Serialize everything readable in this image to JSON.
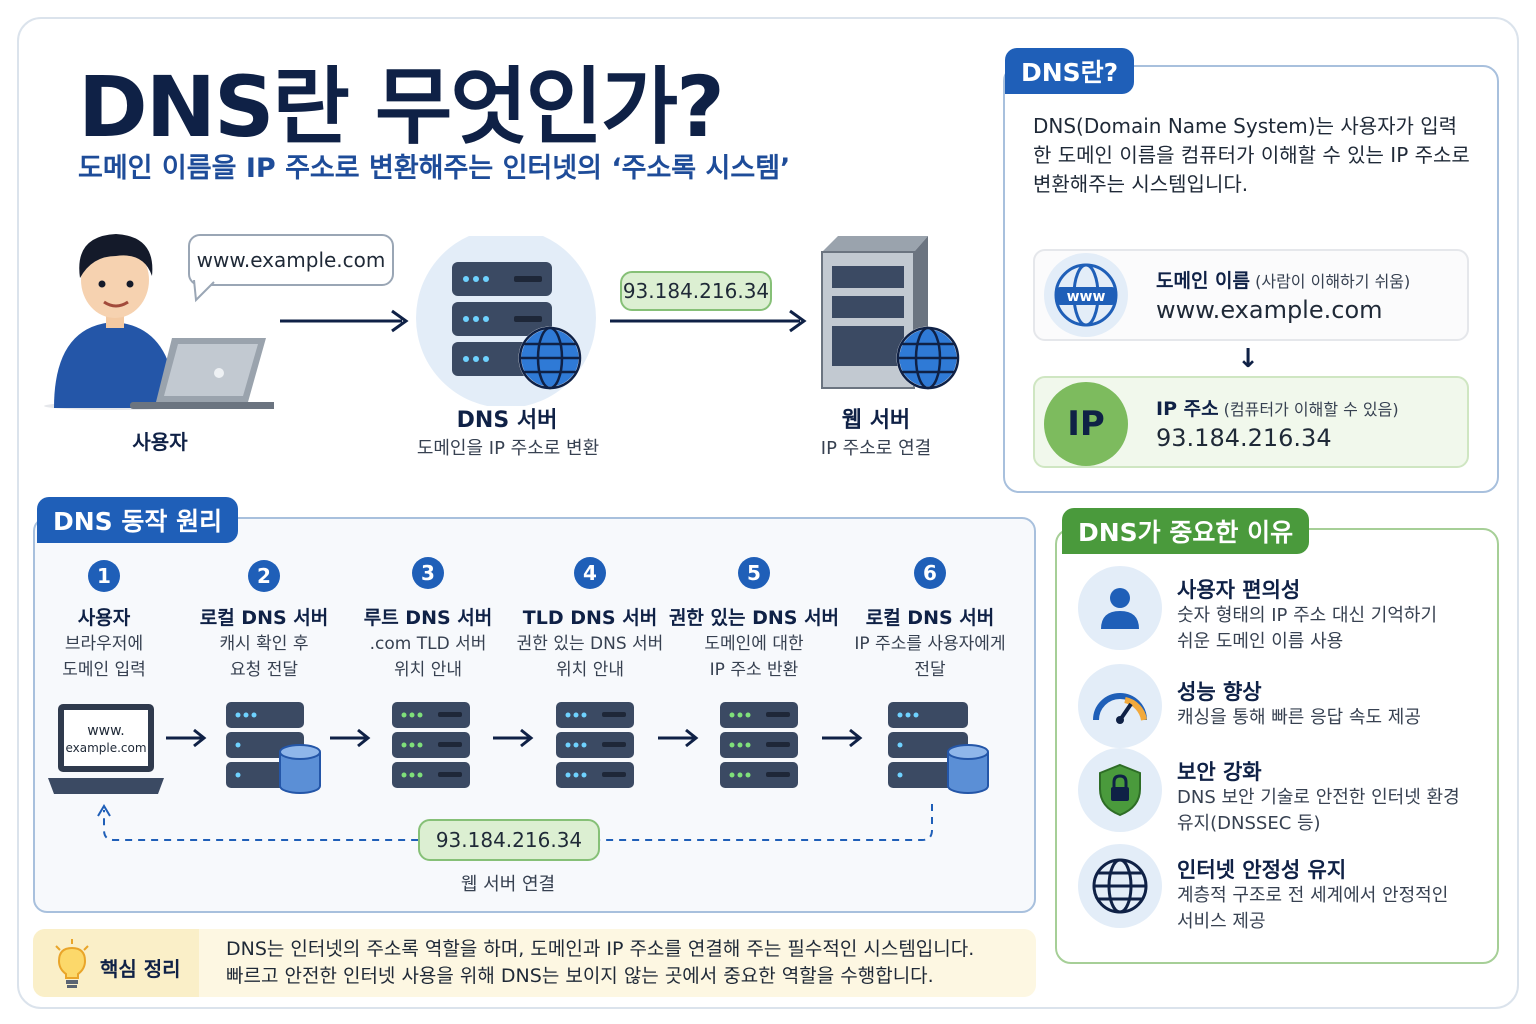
{
  "title": "DNS란 무엇인가?",
  "subtitle": "도메인 이름을 IP 주소로 변환해주는 인터넷의 ‘주소록 시스템’",
  "top_flow": {
    "user_label": "사용자",
    "bubble": "www.example.com",
    "dns_title": "DNS 서버",
    "dns_sub": "도메인을 IP 주소로 변환",
    "ip_pill": "93.184.216.34",
    "web_title": "웹 서버",
    "web_sub": "IP 주소로 연결"
  },
  "dns_box": {
    "tag": "DNS란?",
    "desc": "DNS(Domain Name System)는 사용자가 입력한 도메인 이름을 컴퓨터가 이해할 수 있는 IP 주소로 변환해주는 시스템입니다.",
    "domain_title": "도메인 이름",
    "domain_hint": "(사람이 이해하기 쉬움)",
    "domain_icon_text": "www",
    "domain_value": "www.example.com",
    "arrow": "↓",
    "ip_title": "IP 주소",
    "ip_hint": "(컴퓨터가 이해할 수 있음)",
    "ip_icon_text": "IP",
    "ip_value": "93.184.216.34"
  },
  "steps": {
    "tag": "DNS 동작 원리",
    "items": [
      {
        "num": "1",
        "title": "사용자",
        "desc1": "브라우저에",
        "desc2": "도메인 입력"
      },
      {
        "num": "2",
        "title": "로컬 DNS 서버",
        "desc1": "캐시 확인 후",
        "desc2": "요청 전달"
      },
      {
        "num": "3",
        "title": "루트 DNS 서버",
        "desc1": ".com TLD 서버",
        "desc2": "위치 안내"
      },
      {
        "num": "4",
        "title": "TLD DNS 서버",
        "desc1": "권한 있는 DNS 서버",
        "desc2": "위치 안내"
      },
      {
        "num": "5",
        "title": "권한 있는 DNS 서버",
        "desc1": "도메인에 대한",
        "desc2": "IP 주소 반환"
      },
      {
        "num": "6",
        "title": "로컬 DNS 서버",
        "desc1": "IP 주소를 사용자에게",
        "desc2": "전달"
      }
    ],
    "laptop_line1": "www.",
    "laptop_line2": "example.com",
    "return_ip": "93.184.216.34",
    "return_label": "웹 서버 연결"
  },
  "reasons": {
    "tag": "DNS가 중요한 이유",
    "items": [
      {
        "title": "사용자 편의성",
        "desc1": "숫자 형태의 IP 주소 대신 기억하기",
        "desc2": "쉬운 도메인 이름 사용",
        "icon": "user-icon"
      },
      {
        "title": "성능 향상",
        "desc1": "캐싱을 통해 빠른 응답 속도 제공",
        "desc2": "",
        "icon": "speedometer-icon"
      },
      {
        "title": "보안 강화",
        "desc1": "DNS 보안 기술로 안전한 인터넷 환경",
        "desc2": "유지(DNSSEC 등)",
        "icon": "shield-lock-icon"
      },
      {
        "title": "인터넷 안정성 유지",
        "desc1": "계층적 구조로 전 세계에서 안정적인",
        "desc2": "서비스 제공",
        "icon": "globe-icon"
      }
    ]
  },
  "summary": {
    "label": "핵심 정리",
    "line1": "DNS는 인터넷의 주소록 역할을 하며, 도메인과 IP 주소를 연결해 주는 필수적인 시스템입니다.",
    "line2": "빠르고 안전한 인터넷 사용을 위해 DNS는 보이지 않는 곳에서 중요한 역할을 수행합니다."
  },
  "colors": {
    "navy": "#0f2146",
    "blue": "#1f5fb8",
    "green": "#4a9a3c",
    "server": "#3b4a63"
  }
}
